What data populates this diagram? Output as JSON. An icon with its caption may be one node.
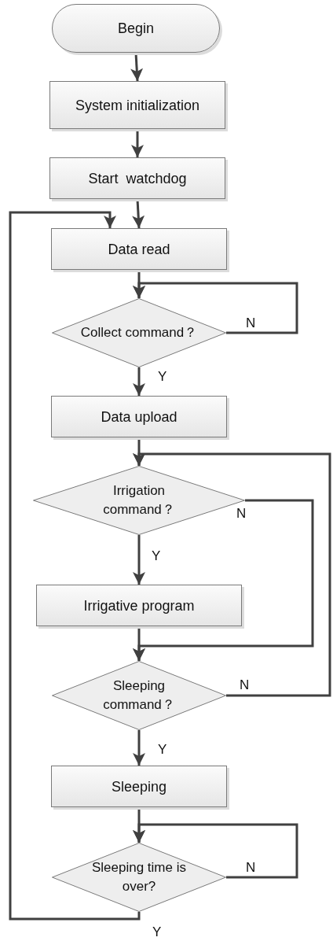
{
  "diagram": {
    "nodes": [
      {
        "text": [
          "Begin"
        ]
      },
      {
        "text": [
          "System initialization"
        ]
      },
      {
        "text": [
          "Start  watchdog"
        ]
      },
      {
        "text": [
          "Data read"
        ]
      },
      {
        "text": [
          "Collect command？"
        ]
      },
      {
        "text": [
          "Data upload"
        ]
      },
      {
        "text": [
          "Irrigation command？"
        ]
      },
      {
        "text": [
          "Irrigative program"
        ]
      },
      {
        "text": [
          "Sleeping command？"
        ]
      },
      {
        "text": [
          "Sleeping"
        ]
      },
      {
        "text": [
          "Sleeping time is over?"
        ]
      }
    ],
    "edges": [
      {
        "from": 0,
        "to": 1,
        "arrow": "to"
      },
      {
        "from": 1,
        "to": 2,
        "arrow": "to"
      },
      {
        "from": 2,
        "to": 3,
        "arrow": "to"
      },
      {
        "from": 3,
        "to": 4,
        "arrow": "to"
      },
      {
        "from": 4,
        "to": 4,
        "label": "N",
        "arrow": "to"
      },
      {
        "from": 4,
        "to": 5,
        "label": "Y",
        "arrow": "to"
      },
      {
        "from": 5,
        "to": 6,
        "arrow": "to"
      },
      {
        "from": 6,
        "to": 7,
        "label": "Y",
        "arrow": "to"
      },
      {
        "from": 6,
        "to": 8,
        "label": "N",
        "arrow": "to"
      },
      {
        "from": 7,
        "to": 8,
        "arrow": "to"
      },
      {
        "from": 8,
        "to": 6,
        "label": "N",
        "arrow": "to"
      },
      {
        "from": 8,
        "to": 9,
        "label": "Y",
        "arrow": "to"
      },
      {
        "from": 9,
        "to": 10,
        "arrow": "to"
      },
      {
        "from": 10,
        "to": 10,
        "label": "N",
        "arrow": "to"
      },
      {
        "from": 10,
        "to": 3,
        "label": "Y",
        "arrow": "to"
      }
    ]
  }
}
